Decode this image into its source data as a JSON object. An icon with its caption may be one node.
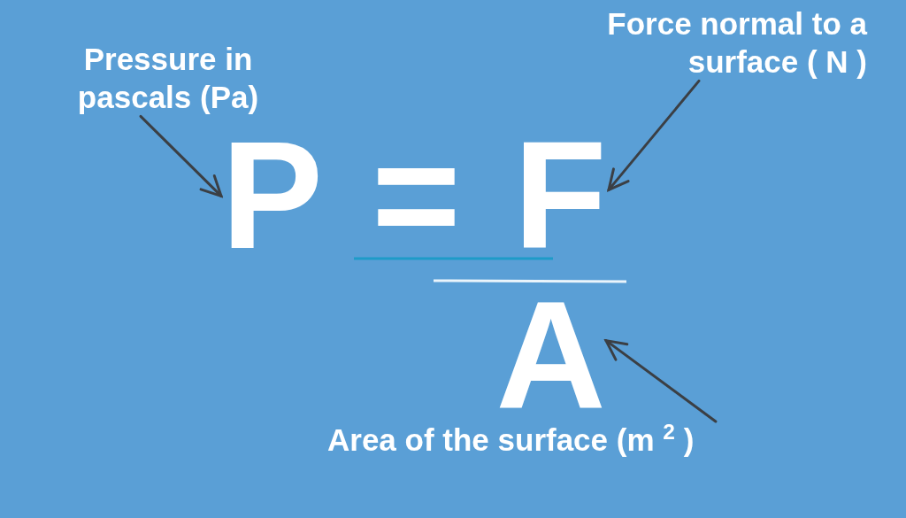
{
  "diagram": {
    "nodes": [
      {
        "text": [
          "Pressure in pascals (Pa)"
        ]
      },
      {
        "text": [
          "Force normal to a surface ( N )"
        ]
      },
      {
        "text": [
          "P"
        ]
      },
      {
        "text": [
          "F"
        ]
      },
      {
        "text": [
          "A"
        ]
      },
      {
        "text": [
          "Area of the surface (m $^{2}$ )"
        ]
      }
    ],
    "edges": [
      {
        "from": 0,
        "to": 2,
        "arrow": "to"
      },
      {
        "from": 1,
        "to": 3,
        "arrow": "to"
      },
      {
        "from": 5,
        "to": 4,
        "arrow": "to"
      }
    ],
    "labels": [
      "="
    ]
  }
}
